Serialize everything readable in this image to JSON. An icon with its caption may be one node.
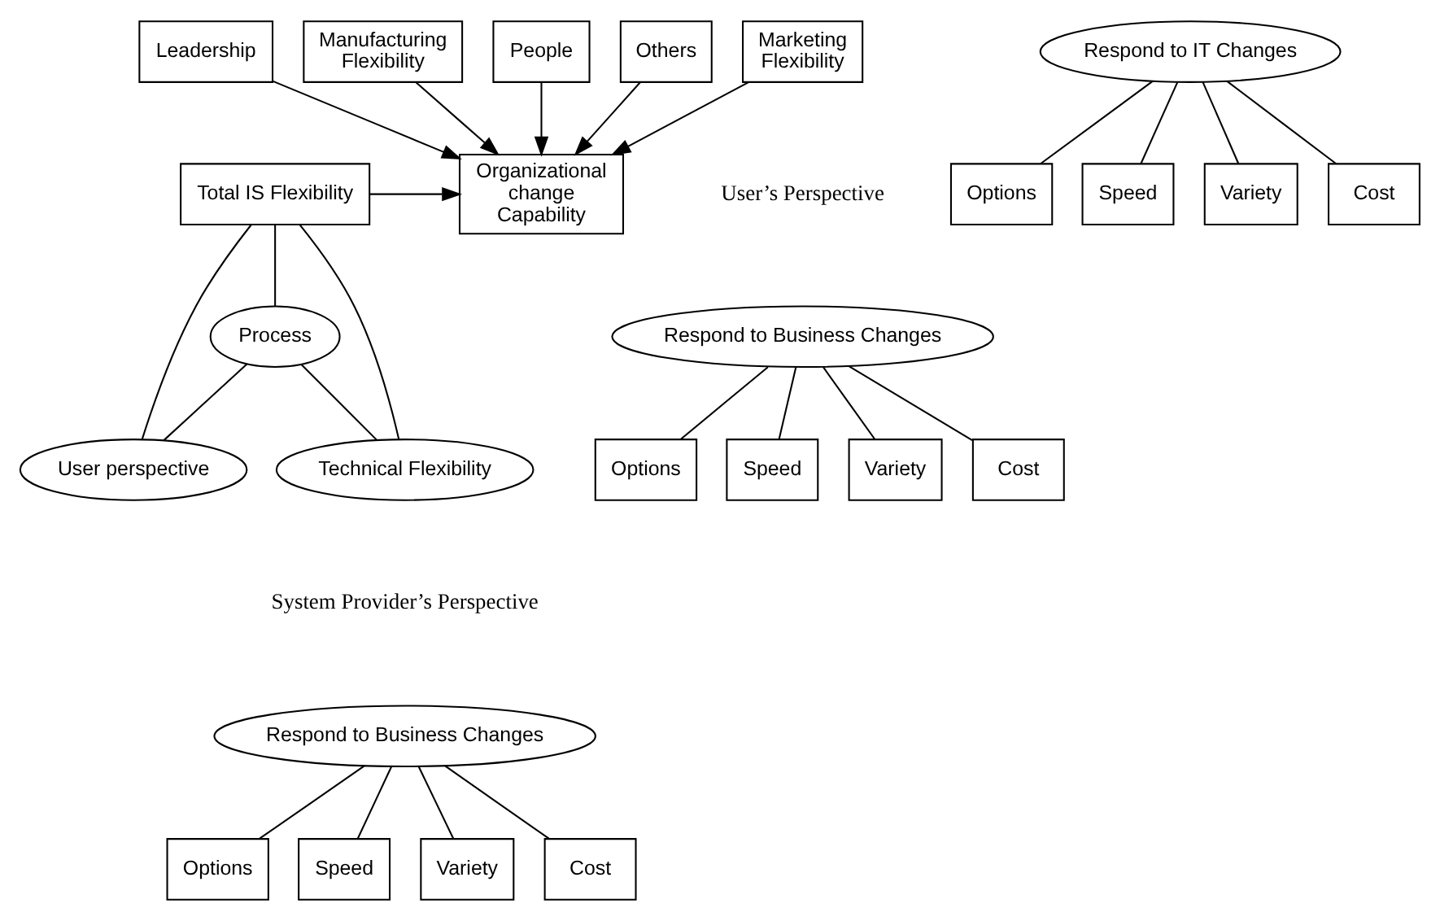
{
  "diagram": {
    "nodes": [
      {
        "text": [
          "Total IS Flexibility"
        ]
      },
      {
        "text": [
          "Process"
        ]
      },
      {
        "text": [
          "User perspective"
        ]
      },
      {
        "text": [
          "Technical Flexibility"
        ]
      },
      {
        "text": [
          "Leadership"
        ]
      },
      {
        "text": [
          "Manufacturing Flexibility"
        ]
      },
      {
        "text": [
          "Organizational change Capability"
        ]
      },
      {
        "text": [
          "People"
        ]
      },
      {
        "text": [
          "Marketing Flexibility"
        ]
      },
      {
        "text": [
          "Others"
        ]
      },
      {
        "text": [
          "Respond to Business Changes"
        ]
      },
      {
        "text": [
          "Options"
        ]
      },
      {
        "text": [
          "Speed"
        ]
      },
      {
        "text": [
          "Variety"
        ]
      },
      {
        "text": [
          "Cost"
        ]
      },
      {
        "text": [
          "Respond to IT Changes"
        ]
      },
      {
        "text": [
          "Options"
        ]
      },
      {
        "text": [
          "Speed"
        ]
      },
      {
        "text": [
          "Variety"
        ]
      },
      {
        "text": [
          "Cost"
        ]
      },
      {
        "text": [
          "Respond to Business Changes"
        ]
      },
      {
        "text": [
          "Options"
        ]
      },
      {
        "text": [
          "Speed"
        ]
      },
      {
        "text": [
          "Variety"
        ]
      },
      {
        "text": [
          "Cost"
        ]
      }
    ],
    "edges": [
      {
        "from": 0,
        "to": 6,
        "arrow": "to"
      },
      {
        "from": 0,
        "to": 1,
        "arrow": "none"
      },
      {
        "from": 0,
        "to": 2,
        "arrow": "none"
      },
      {
        "from": 0,
        "to": 3,
        "arrow": "none"
      },
      {
        "from": 1,
        "to": 2,
        "arrow": "none"
      },
      {
        "from": 1,
        "to": 3,
        "arrow": "none"
      },
      {
        "from": 4,
        "to": 6,
        "arrow": "to"
      },
      {
        "from": 5,
        "to": 6,
        "arrow": "to"
      },
      {
        "from": 7,
        "to": 6,
        "arrow": "to"
      },
      {
        "from": 8,
        "to": 6,
        "arrow": "to"
      },
      {
        "from": 9,
        "to": 6,
        "arrow": "to"
      },
      {
        "from": 10,
        "to": 11,
        "arrow": "none"
      },
      {
        "from": 10,
        "to": 12,
        "arrow": "none"
      },
      {
        "from": 10,
        "to": 13,
        "arrow": "none"
      },
      {
        "from": 10,
        "to": 14,
        "arrow": "none"
      },
      {
        "from": 15,
        "to": 16,
        "arrow": "none"
      },
      {
        "from": 15,
        "to": 17,
        "arrow": "none"
      },
      {
        "from": 15,
        "to": 18,
        "arrow": "none"
      },
      {
        "from": 15,
        "to": 19,
        "arrow": "none"
      },
      {
        "from": 20,
        "to": 21,
        "arrow": "none"
      },
      {
        "from": 20,
        "to": 22,
        "arrow": "none"
      },
      {
        "from": 20,
        "to": 23,
        "arrow": "none"
      },
      {
        "from": 20,
        "to": 24,
        "arrow": "none"
      }
    ],
    "labels": [
      "System Provider’s Perspective",
      "User’s Perspective"
    ]
  }
}
